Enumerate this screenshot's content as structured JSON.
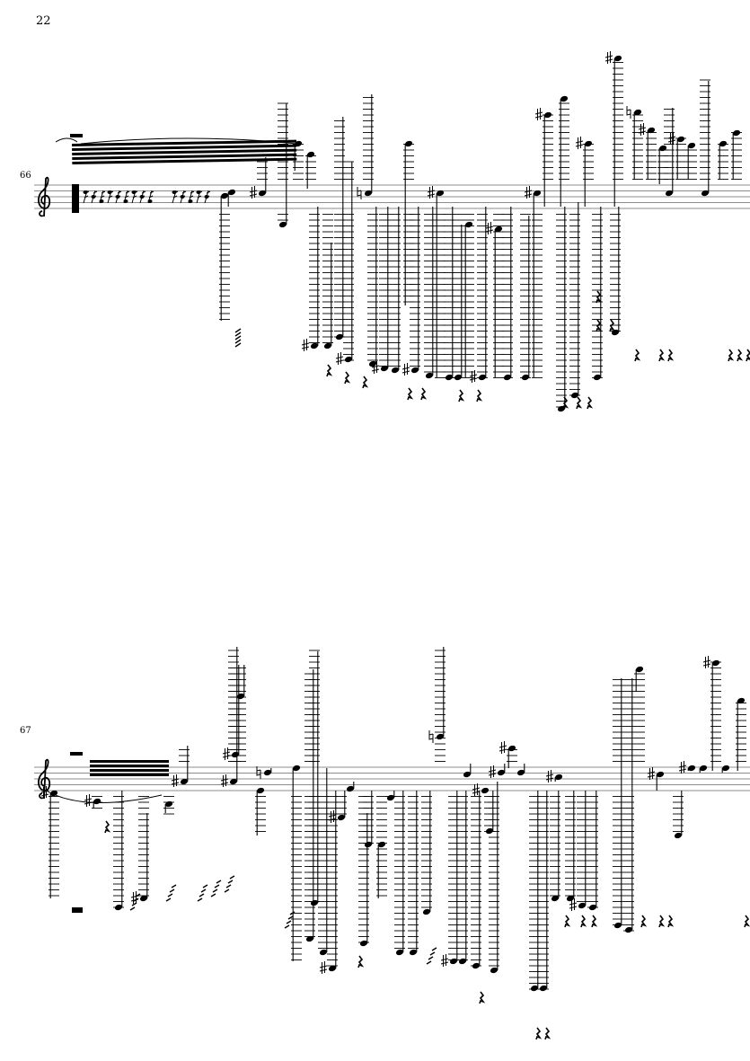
{
  "page_number": "22",
  "systems": [
    {
      "measure_number": "66"
    },
    {
      "measure_number": "67"
    }
  ],
  "colors": {
    "ink": "#000000",
    "staff": "#555555"
  }
}
